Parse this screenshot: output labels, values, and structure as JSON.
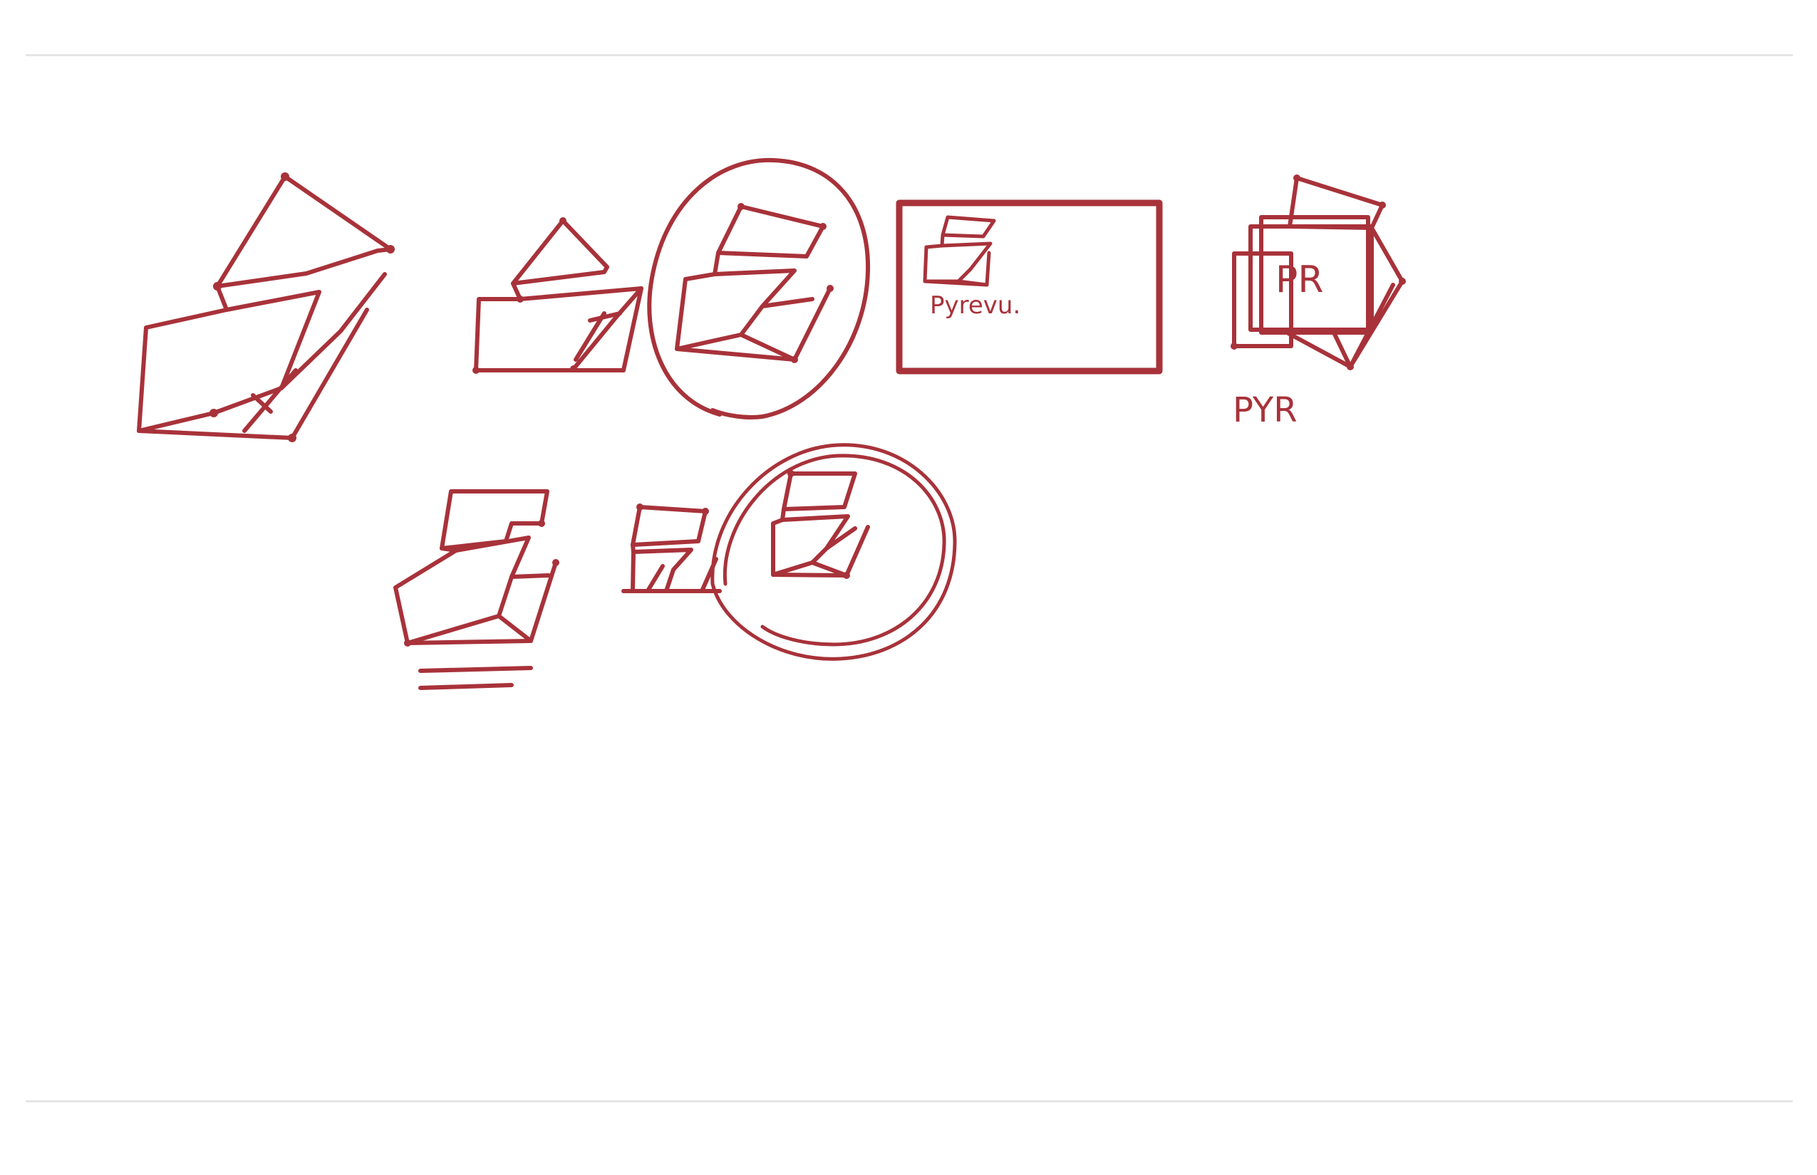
{
  "ink_color": "#a8323a",
  "sketches": [
    {
      "id": "large-folded-mark",
      "label": ""
    },
    {
      "id": "small-mark-on-baseline",
      "label": ""
    },
    {
      "id": "circled-mark",
      "label": ""
    },
    {
      "id": "framed-mark",
      "label": "Pyrevu."
    },
    {
      "id": "stacked-cards-mark",
      "label_inner": "PR",
      "label_below": "PYR"
    },
    {
      "id": "underlined-mark",
      "label": ""
    },
    {
      "id": "tiny-mark",
      "label": ""
    },
    {
      "id": "double-circled-mark",
      "label": ""
    }
  ]
}
